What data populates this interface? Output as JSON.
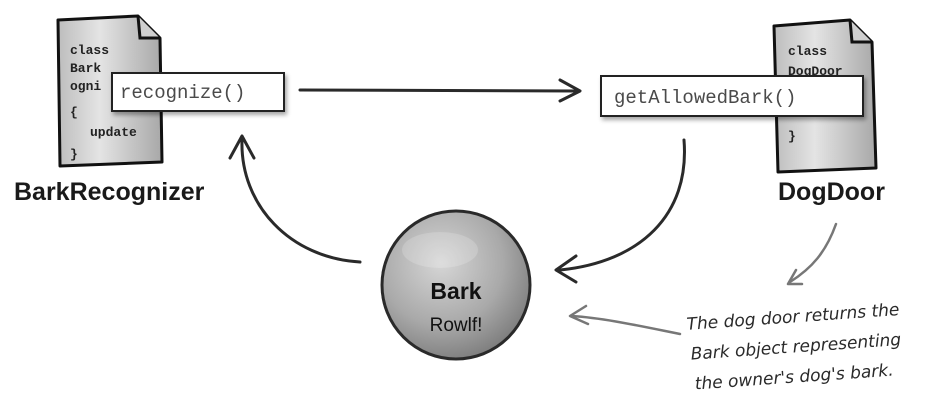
{
  "left_class": {
    "name": "BarkRecognizer",
    "code_lines": [
      "class",
      "Bark",
      "ogni",
      "{",
      "update",
      "}"
    ],
    "method": "recognize()"
  },
  "right_class": {
    "name": "DogDoor",
    "code_lines": [
      "class",
      "DogDoor",
      "}"
    ],
    "method": "getAllowedBark()"
  },
  "bark_object": {
    "title": "Bark",
    "sound": "Rowlf!"
  },
  "annotation": {
    "lines": [
      "The dog door returns the",
      "Bark object representing",
      "the owner's dog's bark."
    ]
  }
}
